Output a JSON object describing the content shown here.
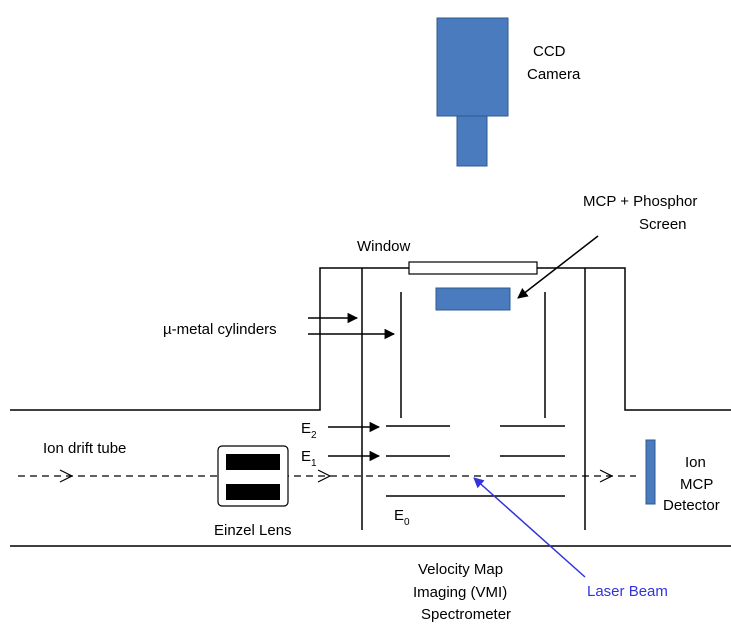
{
  "labels": {
    "ccd_camera": [
      "CCD",
      "Camera"
    ],
    "mcp_phosphor": [
      "MCP + Phosphor",
      "Screen"
    ],
    "window": "Window",
    "mu_metal": "µ-metal cylinders",
    "ion_drift_tube": "Ion drift tube",
    "einzel_lens": "Einzel Lens",
    "ion_mcp_detector": [
      "Ion",
      "MCP",
      "Detector"
    ],
    "vmi": [
      "Velocity Map",
      "Imaging (VMI)",
      "Spectrometer"
    ],
    "laser_beam": "Laser Beam",
    "e2": {
      "main": "E",
      "sub": "2"
    },
    "e1": {
      "main": "E",
      "sub": "1"
    },
    "e0": {
      "main": "E",
      "sub": "0"
    }
  },
  "colors": {
    "component_blue": "#4a7bbf",
    "component_edge": "#2e5a8f",
    "laser_blue": "#3333dd",
    "line": "#000000",
    "lens_black": "#000000"
  }
}
